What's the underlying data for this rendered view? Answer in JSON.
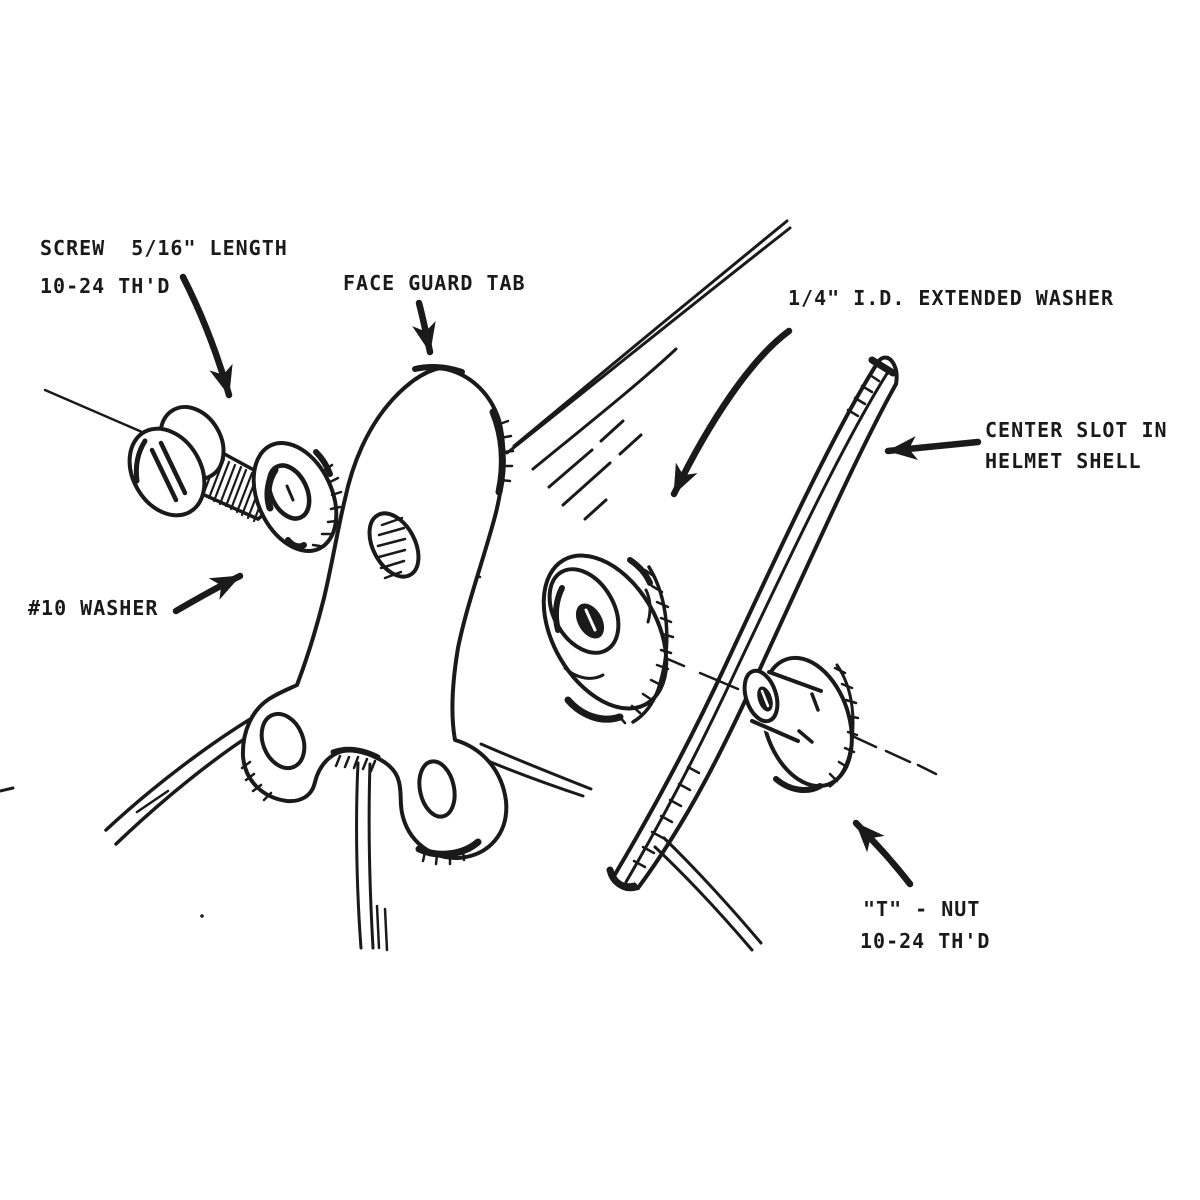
{
  "labels": {
    "screw_line1": "SCREW  5/16\" LENGTH",
    "screw_line2": "10-24 TH'D",
    "face_guard_tab": "FACE GUARD TAB",
    "extended_washer": "1/4\" I.D. EXTENDED WASHER",
    "center_slot_line1": "CENTER SLOT IN",
    "center_slot_line2": "HELMET SHELL",
    "washer_10": "#10 WASHER",
    "t_nut_line1": "\"T\" - NUT",
    "t_nut_line2": "10-24 TH'D"
  },
  "colors": {
    "ink": "#1a1a1a",
    "paper": "#ffffff"
  }
}
